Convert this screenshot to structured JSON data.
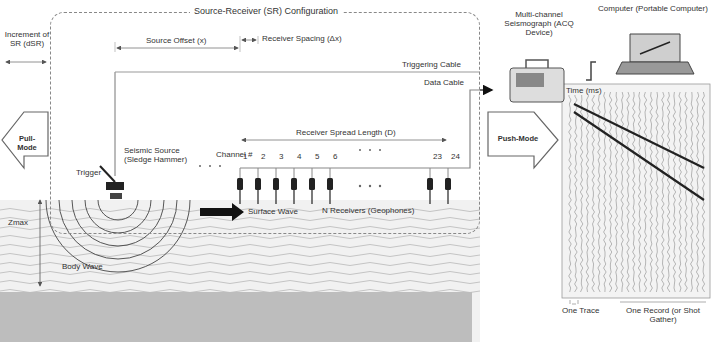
{
  "diagram": {
    "nodes": [
      {
        "text": [
          "Source-Receiver (SR) Configuration"
        ]
      },
      {
        "text": [
          "Multi-channel Seismograph (ACQ Device)"
        ]
      },
      {
        "text": [
          "Computer (Portable Computer)"
        ]
      }
    ],
    "edges": [
      {
        "from": 0,
        "to": 1,
        "arrow": "to",
        "label": "Data Cable"
      },
      {
        "from": 1,
        "to": 2,
        "arrow": "none"
      }
    ],
    "labels": [
      "Increment of SR (dSR)",
      "Source Offset (x)",
      "Receiver Spacing (Δx)",
      "Triggering Cable",
      "Pull-Mode",
      "Push-Mode",
      "Seismic Source (Sledge Hammer)",
      "Trigger",
      "Channel #",
      "1",
      "2",
      "3",
      "4",
      "5",
      "6",
      "23",
      "24",
      "Receiver Spread Length (D)",
      "N Receivers (Geophones)",
      "Surface Wave",
      "Body Wave",
      "Zmax",
      "Time (ms)",
      "One Trace",
      "One Record (or Shot Gather)"
    ]
  }
}
